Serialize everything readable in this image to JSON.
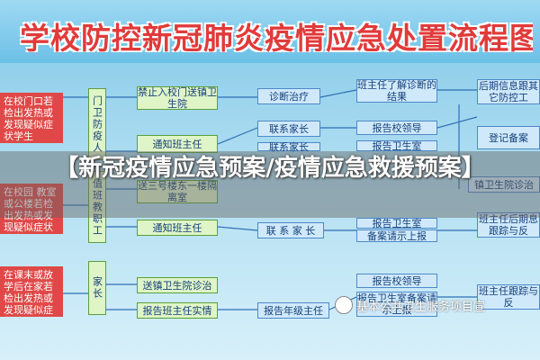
{
  "title": "学校防控新冠肺炎疫情应急处置流程图",
  "left_panel": {
    "top": "在校门口若检出发热或发现疑似症状学生",
    "middle": "在校园 教室或公楼若检出发热或发现疑似症状学生",
    "bottom": "在课末或放学后在家若检出发热或发现疑似症状处置流程"
  },
  "columns": {
    "guard": "门卫防疫人",
    "teacher": "值班教职工",
    "parent": "家长"
  },
  "boxes": {
    "b1": "禁止入校门送镇卫生院",
    "b2": "通知班主任",
    "b3": "送三号楼东一楼隔离室",
    "b4": "通知班主任",
    "b5": "送镇卫生院诊治",
    "b6": "报告班主任实情",
    "c1": "诊断治疗",
    "c2": "联系家长",
    "c3": "联系家长",
    "c4": "联 系 家 长",
    "c5": "报告年级主任",
    "d1": "班主任了解诊断的结果",
    "d2": "报告校领导",
    "d3": "报告卫生室",
    "d4": "报告卫生室",
    "d5": "备案请示上报",
    "d6": "报告校领导",
    "d7": "报告卫生室备案请示上报",
    "e1": "后期信息跟其它防控工",
    "e2": "登记备案",
    "e3": "镇卫生院诊治",
    "e4": "班主任后期息跟踪与反",
    "e5": "班主任跟踪与反"
  },
  "overlay_title": "【新冠疫情应急预案/疫情应急救援预案】",
  "watermark": "基本公共卫生服务项目宣"
}
